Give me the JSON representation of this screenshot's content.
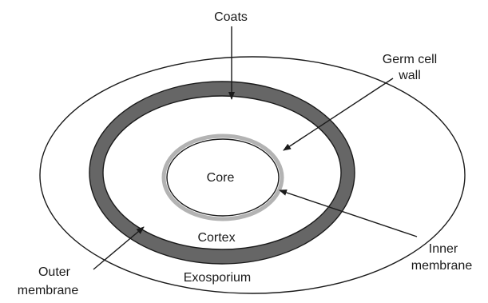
{
  "labels": {
    "coats": "Coats",
    "germ_cell_wall_line1": "Germ cell",
    "germ_cell_wall_line2": "wall",
    "core": "Core",
    "cortex": "Cortex",
    "exosporium": "Exosporium",
    "inner_membrane_line1": "Inner",
    "inner_membrane_line2": "membrane",
    "outer_membrane_line1": "Outer",
    "outer_membrane_line2": "membrane"
  },
  "colors": {
    "coat_fill": "#666666",
    "germ_cell_wall": "#b3b3b3",
    "line": "#1a1a1a",
    "background": "#ffffff"
  }
}
